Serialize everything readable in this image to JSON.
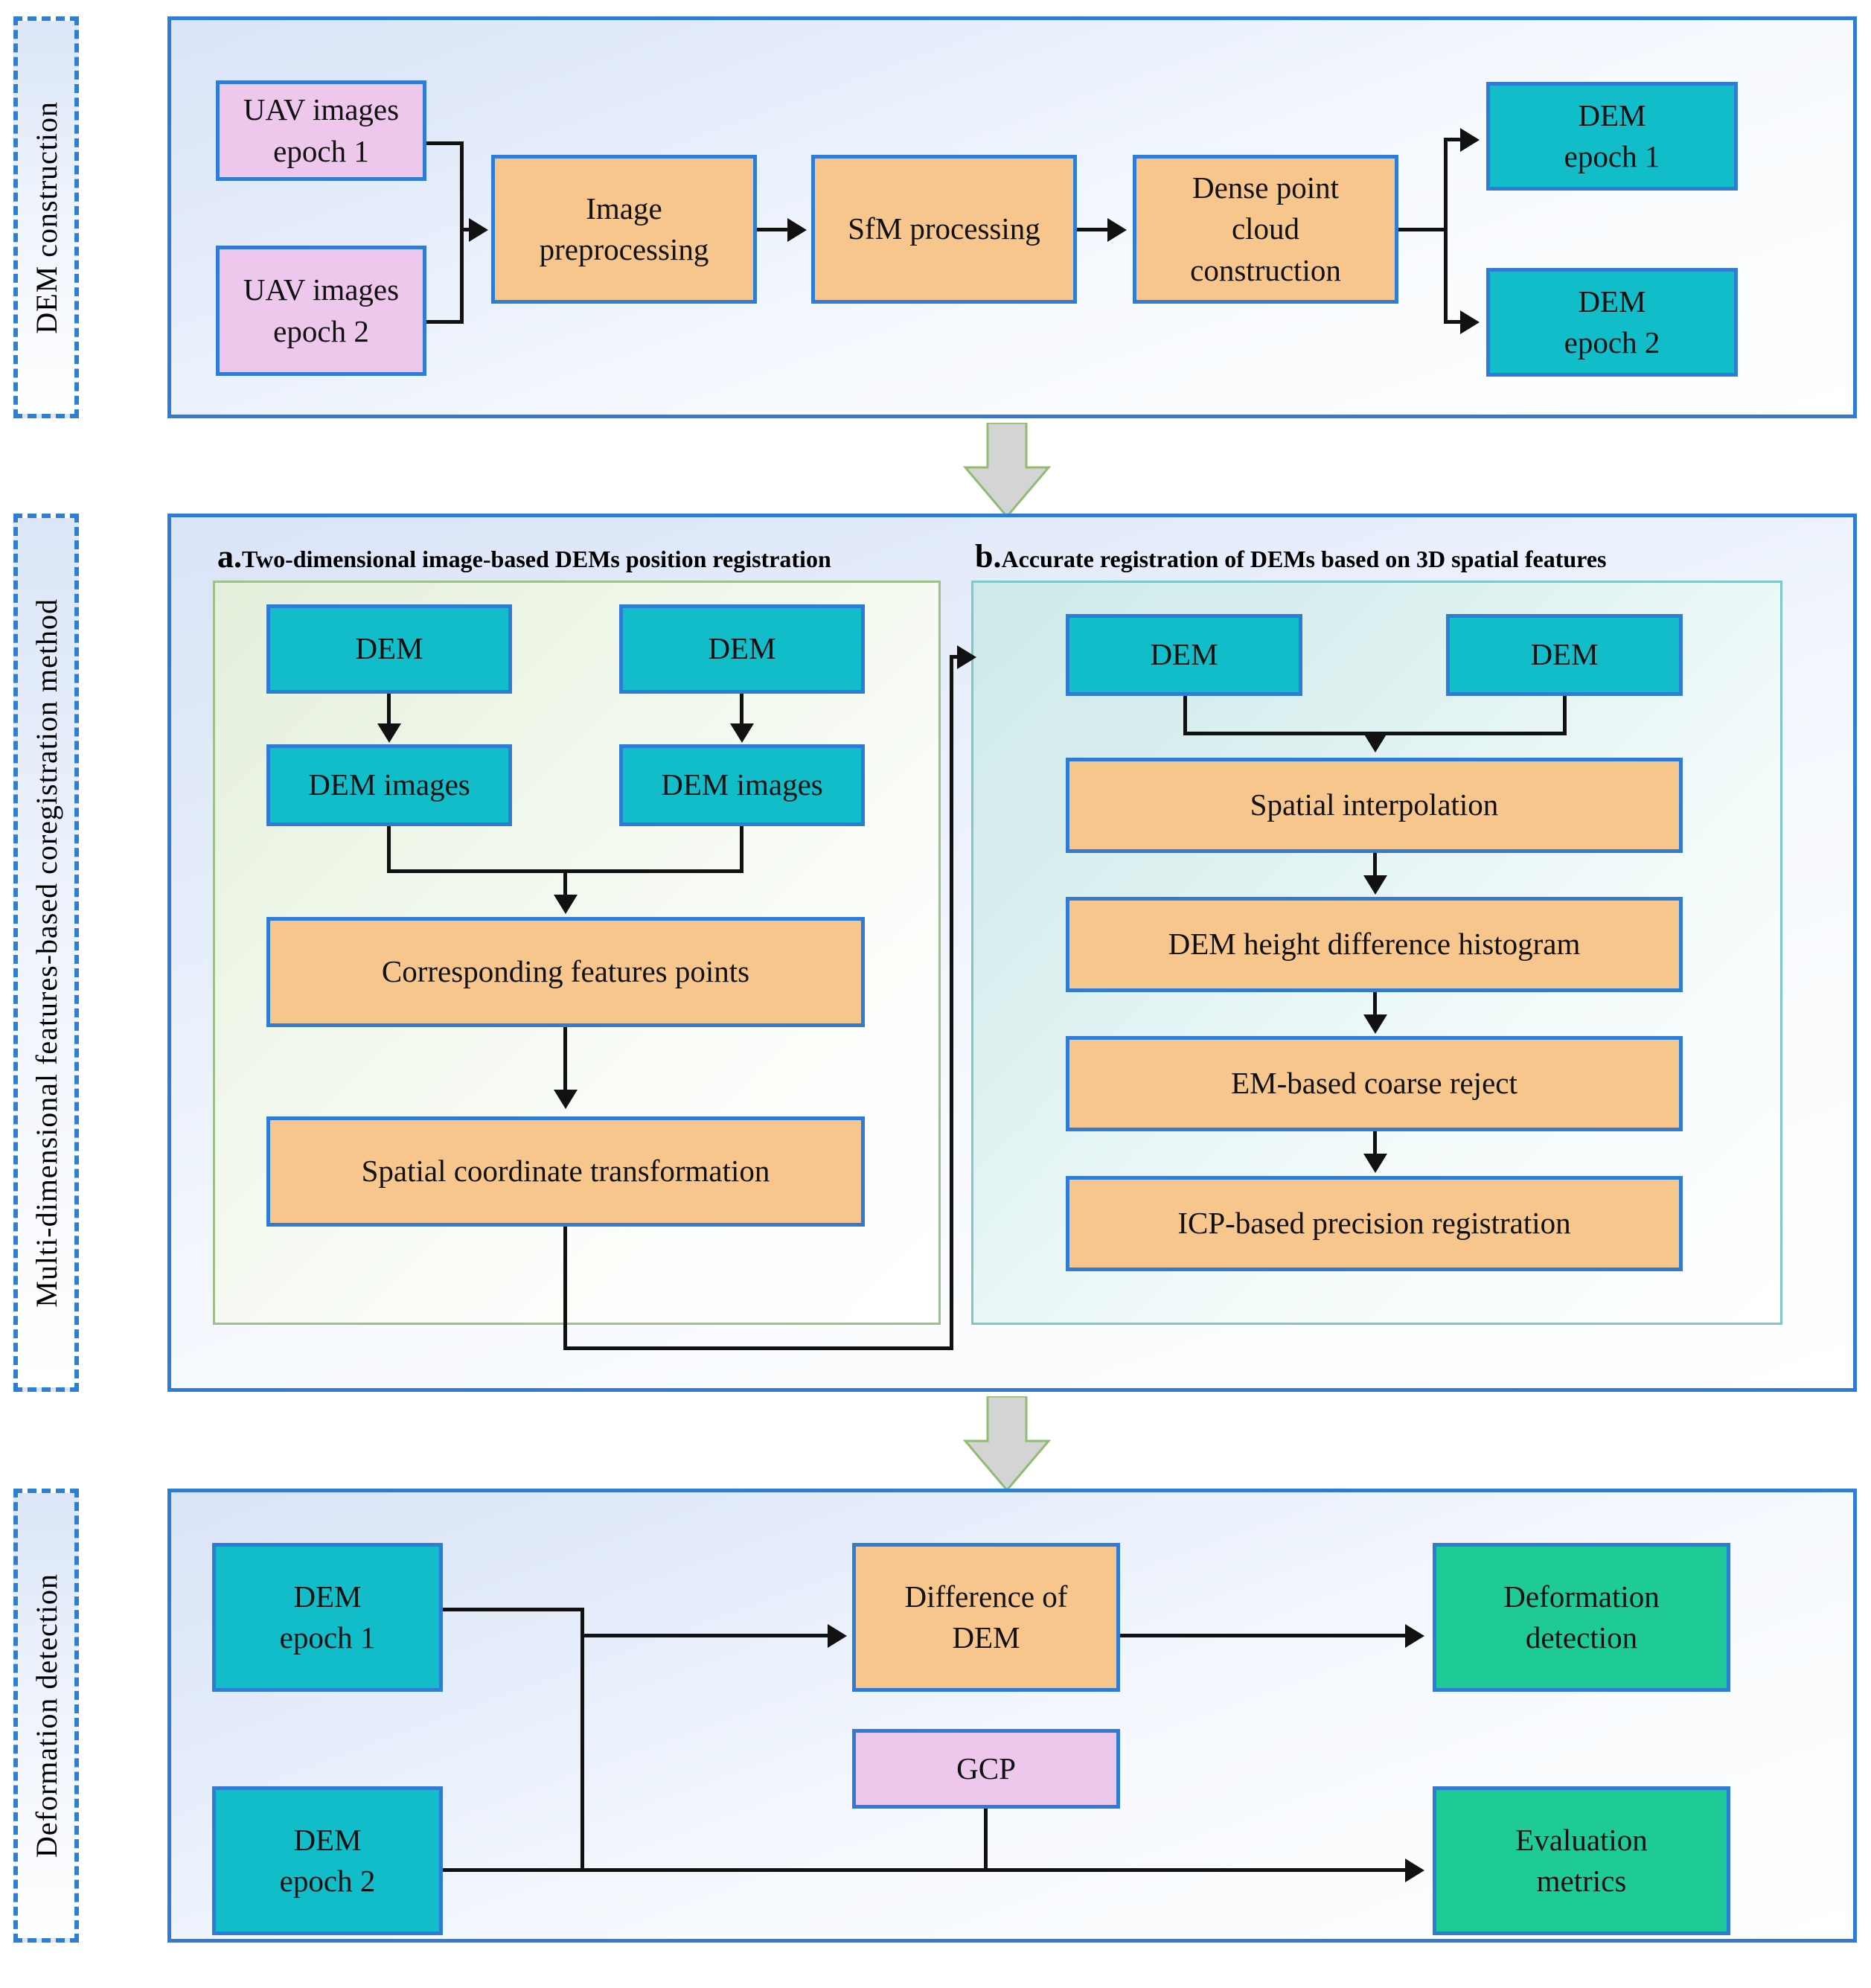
{
  "stages": [
    {
      "label": "DEM construction"
    },
    {
      "label": "Multi-dimensional features-based coregistration method"
    },
    {
      "label": "Deformation detection"
    }
  ],
  "stage1": {
    "nodes": {
      "uav1": "UAV images\nepoch 1",
      "uav2": "UAV images\nepoch 2",
      "preproc": "Image\npreprocessing",
      "sfm": "SfM processing",
      "dense": "Dense point\ncloud\nconstruction",
      "dem1": "DEM\nepoch 1",
      "dem2": "DEM\nepoch 2"
    }
  },
  "stage2": {
    "panel_a": {
      "letter": "a.",
      "title": "Two-dimensional image-based DEMs position registration",
      "nodes": {
        "dem_left": "DEM",
        "dem_right": "DEM",
        "dem_images_left": "DEM images",
        "dem_images_right": "DEM images",
        "corresponding": "Corresponding features points",
        "transform": "Spatial coordinate transformation"
      }
    },
    "panel_b": {
      "letter": "b.",
      "title": "Accurate registration of DEMs based on 3D spatial features",
      "nodes": {
        "dem_left": "DEM",
        "dem_right": "DEM",
        "interp": "Spatial interpolation",
        "histogram": "DEM height difference histogram",
        "em": "EM-based coarse reject",
        "icp": "ICP-based precision registration"
      }
    }
  },
  "stage3": {
    "nodes": {
      "dem1": "DEM\nepoch 1",
      "dem2": "DEM\nepoch 2",
      "dod": "Difference of\nDEM",
      "gcp": "GCP",
      "deformation": "Deformation\ndetection",
      "evaluation": "Evaluation\nmetrics"
    }
  },
  "colors": {
    "box_border": "#2e7cd6",
    "pink": "#eec7ec",
    "orange": "#f6c68c",
    "teal": "#10bdc9",
    "green": "#1ecb96",
    "panel_border": "#2e7cd6",
    "stage_label_border": "#2f7fd1",
    "connector": "#111111",
    "block_arrow_fill": "#d4d4d4",
    "block_arrow_stroke": "#8fbc6e",
    "sub_a_border": "#9fc08a",
    "sub_b_border": "#7fc8c9"
  }
}
